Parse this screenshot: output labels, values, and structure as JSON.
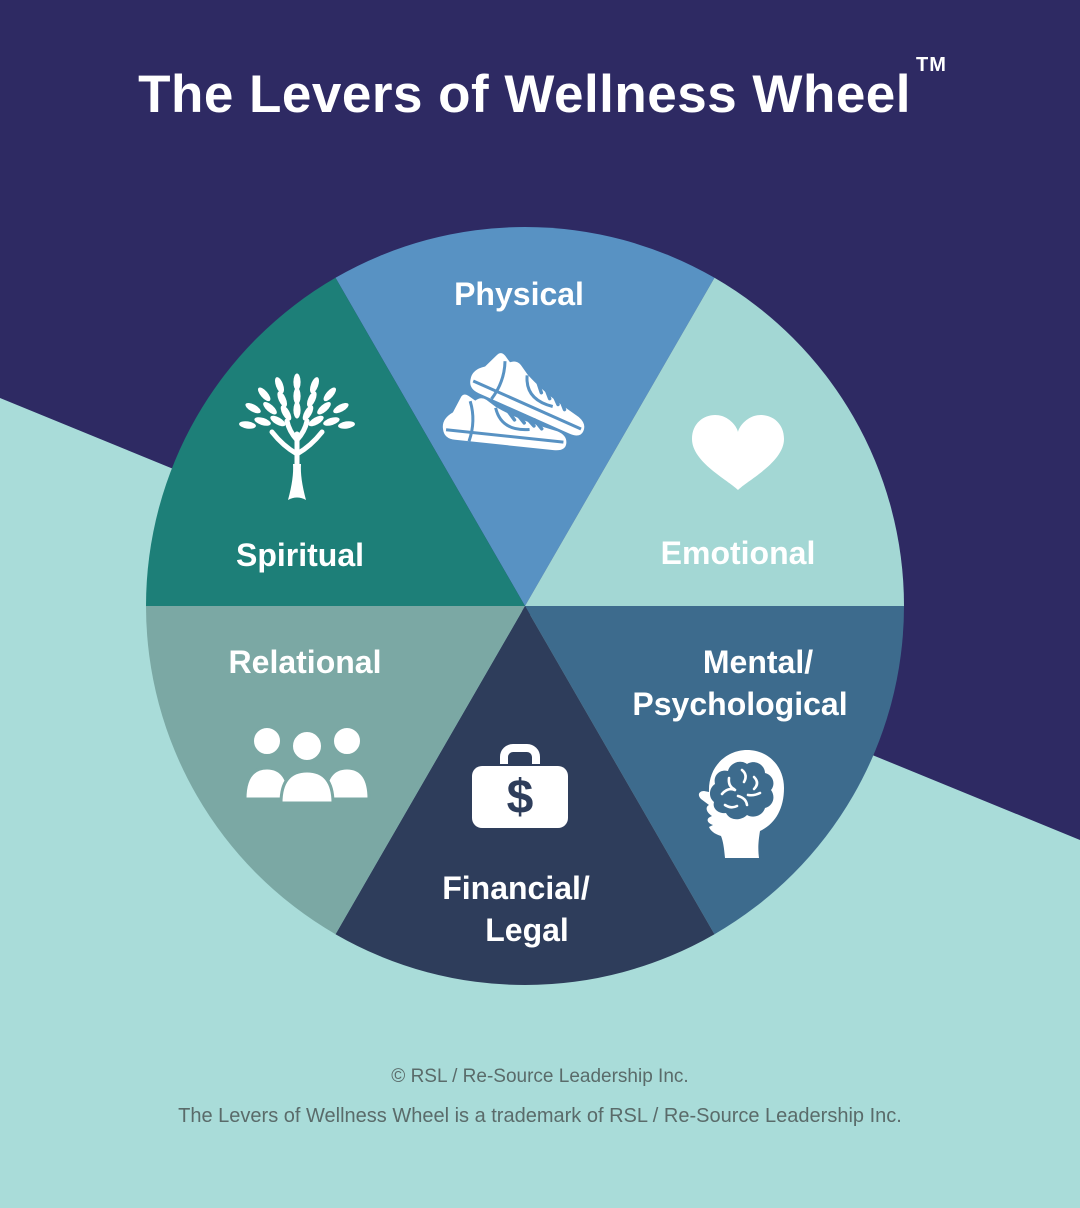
{
  "title": {
    "text": "The Levers of Wellness Wheel",
    "trademark": "TM"
  },
  "background": {
    "top_color": "#2e2a63",
    "bottom_color": "#a9dcd9"
  },
  "wheel": {
    "segments": [
      {
        "id": "physical",
        "lines": [
          "Physical"
        ],
        "color": "#5892c3",
        "icon": "sneakers-icon"
      },
      {
        "id": "emotional",
        "lines": [
          "Emotional"
        ],
        "color": "#a3d7d4",
        "icon": "heart-icon"
      },
      {
        "id": "mental",
        "lines": [
          "Mental/",
          "Psychological"
        ],
        "color": "#3d6b8d",
        "icon": "brain-head-icon"
      },
      {
        "id": "financial",
        "lines": [
          "Financial/",
          "Legal"
        ],
        "color": "#2e3d5b",
        "icon": "briefcase-dollar-icon"
      },
      {
        "id": "relational",
        "lines": [
          "Relational"
        ],
        "color": "#7ba8a4",
        "icon": "people-icon"
      },
      {
        "id": "spiritual",
        "lines": [
          "Spiritual"
        ],
        "color": "#1d7f78",
        "icon": "tree-icon"
      }
    ]
  },
  "icons": {
    "dollar": "$"
  },
  "footer": {
    "line1": "© RSL / Re-Source Leadership Inc.",
    "line2": "The Levers of Wellness Wheel is a trademark of RSL / Re-Source Leadership Inc."
  }
}
